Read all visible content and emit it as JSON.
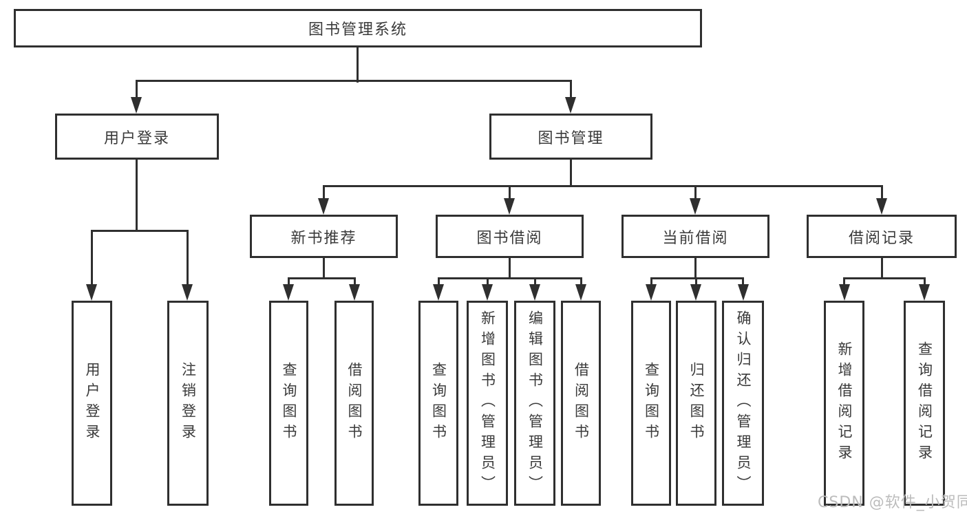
{
  "diagram": {
    "root": {
      "label": "图书管理系统"
    },
    "level2": {
      "user_login": {
        "label": "用户登录"
      },
      "book_management": {
        "label": "图书管理"
      }
    },
    "level3": {
      "new_book_recommend": {
        "label": "新书推荐"
      },
      "book_borrow": {
        "label": "图书借阅"
      },
      "current_borrow": {
        "label": "当前借阅"
      },
      "borrow_records": {
        "label": "借阅记录"
      }
    },
    "leaves": {
      "user_login_action": {
        "label": "用户登录"
      },
      "logout_action": {
        "label": "注销登录"
      },
      "recommend_query_books": {
        "label": "查询图书"
      },
      "recommend_borrow_books": {
        "label": "借阅图书"
      },
      "borrow_query_books": {
        "label": "查询图书"
      },
      "borrow_add_books": {
        "label": "新增图书（管理员）"
      },
      "borrow_edit_books": {
        "label": "编辑图书（管理员）"
      },
      "borrow_borrow_books": {
        "label": "借阅图书"
      },
      "current_query_books": {
        "label": "查询图书"
      },
      "current_return_books": {
        "label": "归还图书"
      },
      "current_confirm_return": {
        "label": "确认归还（管理员）"
      },
      "records_add_record": {
        "label": "新增借阅记录"
      },
      "records_query_record": {
        "label": "查询借阅记录"
      }
    }
  },
  "watermark": {
    "text": "CSDN @软件_小贺同学"
  },
  "colors": {
    "line": "#2f2f2f",
    "text": "#3a3a3a",
    "watermark": "#bcbcbc",
    "background": "#ffffff"
  }
}
